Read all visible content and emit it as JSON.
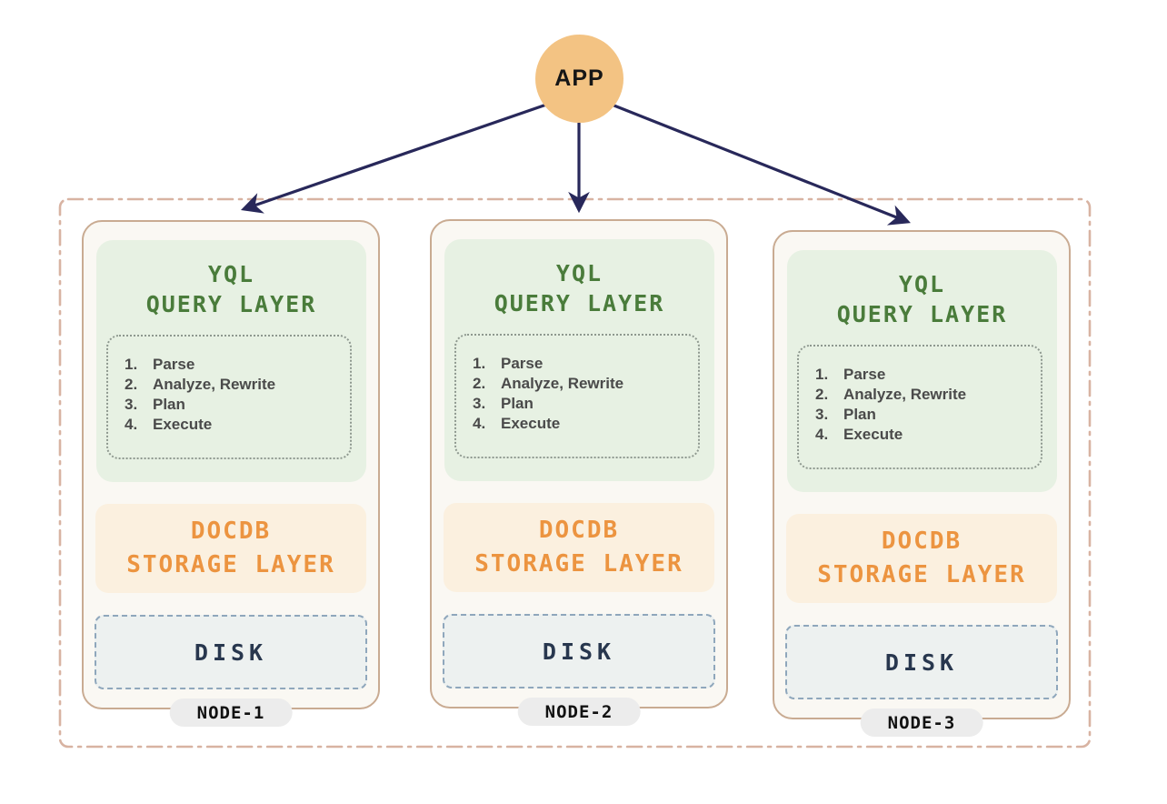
{
  "app": {
    "label": "APP"
  },
  "cluster": {
    "nodes": [
      {
        "name": "NODE-1",
        "query_layer": {
          "title_line1": "YQL",
          "title_line2": "QUERY LAYER",
          "steps": [
            {
              "num": "1.",
              "label": "Parse"
            },
            {
              "num": "2.",
              "label": "Analyze, Rewrite"
            },
            {
              "num": "3.",
              "label": "Plan"
            },
            {
              "num": "4.",
              "label": "Execute"
            }
          ]
        },
        "storage_layer": {
          "title_line1": "DOCDB",
          "title_line2": "STORAGE LAYER"
        },
        "disk": {
          "label": "DISK"
        }
      },
      {
        "name": "NODE-2",
        "query_layer": {
          "title_line1": "YQL",
          "title_line2": "QUERY LAYER",
          "steps": [
            {
              "num": "1.",
              "label": "Parse"
            },
            {
              "num": "2.",
              "label": "Analyze, Rewrite"
            },
            {
              "num": "3.",
              "label": "Plan"
            },
            {
              "num": "4.",
              "label": "Execute"
            }
          ]
        },
        "storage_layer": {
          "title_line1": "DOCDB",
          "title_line2": "STORAGE LAYER"
        },
        "disk": {
          "label": "DISK"
        }
      },
      {
        "name": "NODE-3",
        "query_layer": {
          "title_line1": "YQL",
          "title_line2": "QUERY LAYER",
          "steps": [
            {
              "num": "1.",
              "label": "Parse"
            },
            {
              "num": "2.",
              "label": "Analyze, Rewrite"
            },
            {
              "num": "3.",
              "label": "Plan"
            },
            {
              "num": "4.",
              "label": "Execute"
            }
          ]
        },
        "storage_layer": {
          "title_line1": "DOCDB",
          "title_line2": "STORAGE LAYER"
        },
        "disk": {
          "label": "DISK"
        }
      }
    ]
  },
  "palette": {
    "app_fill": "#f3c383",
    "arrow": "#28285a",
    "cluster_border": "#d8b3a2",
    "node_border": "#c9ab92",
    "node_bg": "#faf8f3",
    "query_bg": "#e7f1e3",
    "query_text": "#4a7c3b",
    "steps_border": "#8e988f",
    "steps_text": "#4a4a4a",
    "storage_bg": "#fbf0df",
    "storage_text": "#ec9440",
    "disk_bg": "#edf1f0",
    "disk_border": "#8fa7bc",
    "disk_text": "#28374e",
    "pill_bg": "#ececec",
    "pill_text": "#111111"
  }
}
